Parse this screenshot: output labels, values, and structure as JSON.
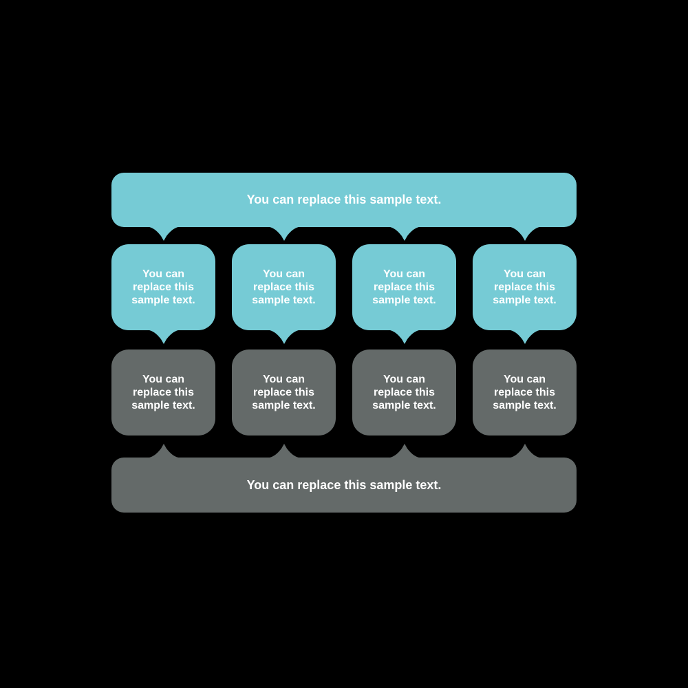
{
  "colors": {
    "background": "#000000",
    "teal": "#76cbd5",
    "gray": "#646a69",
    "text": "#ffffff"
  },
  "diagram": {
    "top_banner": {
      "label": "You can replace this sample text."
    },
    "teal_bubbles": [
      {
        "label": "You can replace this sample text."
      },
      {
        "label": "You can replace this sample text."
      },
      {
        "label": "You can replace this sample text."
      },
      {
        "label": "You can replace this sample text."
      }
    ],
    "gray_boxes": [
      {
        "label": "You can replace this sample text."
      },
      {
        "label": "You can replace this sample text."
      },
      {
        "label": "You can replace this sample text."
      },
      {
        "label": "You can replace this sample text."
      }
    ],
    "bottom_banner": {
      "label": "You can replace this sample text."
    }
  }
}
